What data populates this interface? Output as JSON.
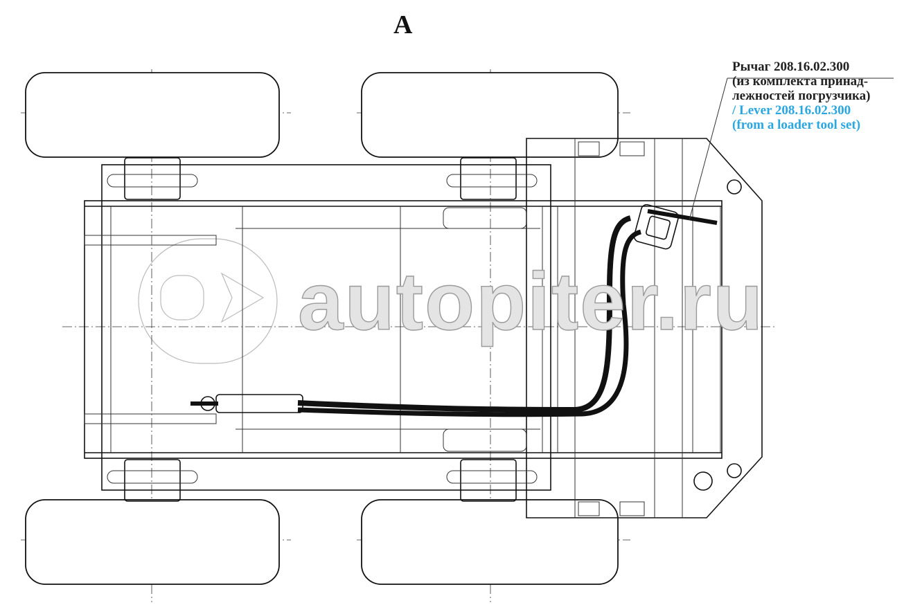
{
  "drawing": {
    "view_label": "A",
    "callout": {
      "ru_line1": "Рычаг 208.16.02.300",
      "ru_line2": "(из комплекта принад-",
      "ru_line3": "лежностей погрузчика)",
      "en_line1": "/ Lever 208.16.02.300",
      "en_line2": "(from a loader tool set)",
      "en_color": "#2aa6e0"
    },
    "watermark": "autopiter.ru"
  }
}
